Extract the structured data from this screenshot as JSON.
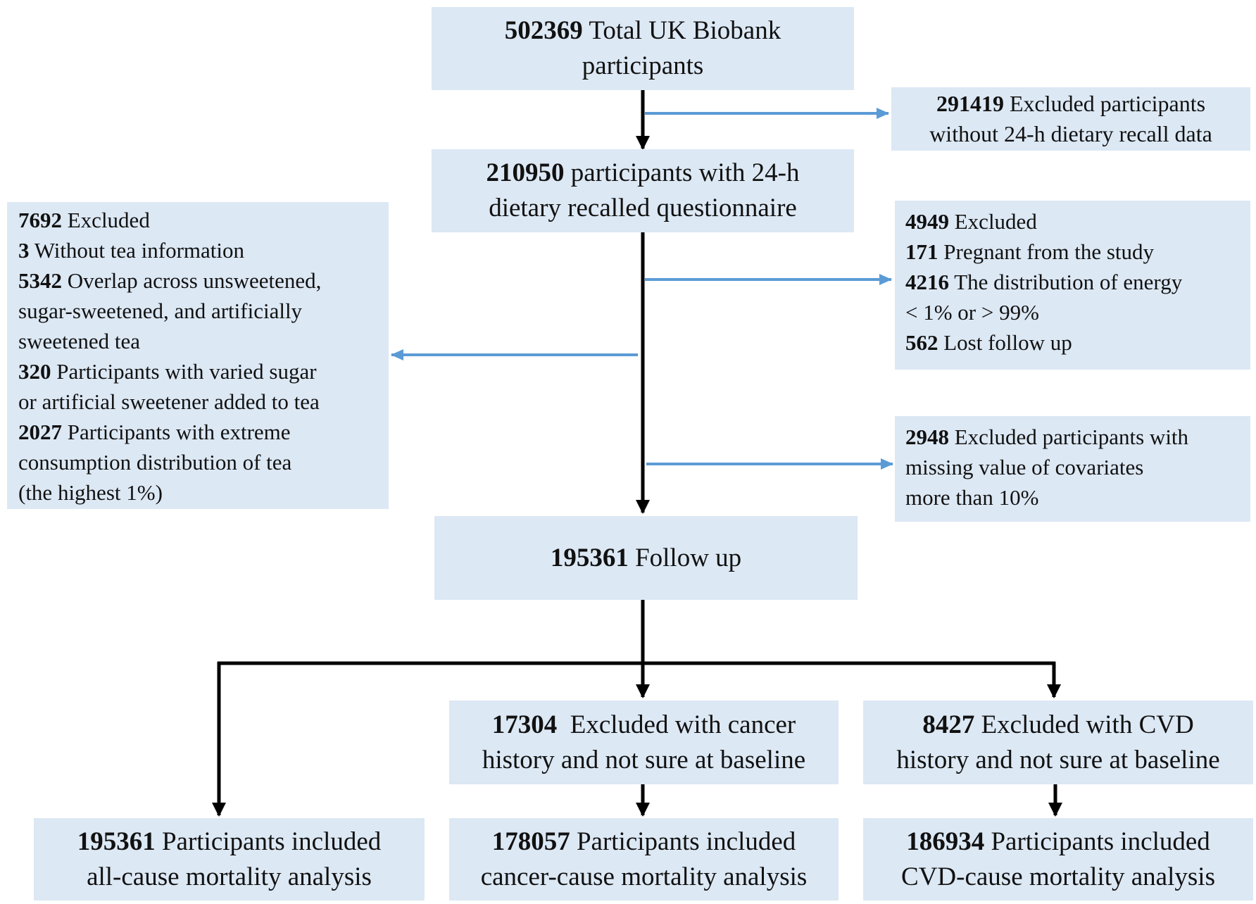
{
  "boxes": {
    "total": {
      "num": "502369",
      "text": " Total UK Biobank",
      "line2": "participants"
    },
    "excl_recall": {
      "num": "291419",
      "text": " Excluded participants",
      "line2": "without 24-h dietary recall data"
    },
    "recall": {
      "num": "210950",
      "text": " participants with 24-h",
      "line2": "dietary recalled questionnaire"
    },
    "excl_tea": {
      "lines": [
        {
          "num": "7692",
          "text": " Excluded"
        },
        {
          "num": "3",
          "text": " Without tea information"
        },
        {
          "num": "5342",
          "text": " Overlap across unsweetened,"
        },
        {
          "num": "",
          "text": "sugar-sweetened, and  artificially"
        },
        {
          "num": "",
          "text": "sweetened tea"
        },
        {
          "num": "320",
          "text": " Participants with varied sugar"
        },
        {
          "num": "",
          "text": "or artificial sweetener added to tea"
        },
        {
          "num": "2027",
          "text": " Participants with extreme"
        },
        {
          "num": "",
          "text": "consumption distribution of tea"
        },
        {
          "num": "",
          "text": "(the highest 1%)"
        }
      ]
    },
    "excl_energy": {
      "lines": [
        {
          "num": "4949",
          "text": " Excluded"
        },
        {
          "num": "171",
          "text": " Pregnant from the study"
        },
        {
          "num": "4216",
          "text": " The distribution of energy"
        },
        {
          "num": "",
          "text": "< 1% or > 99%"
        },
        {
          "num": "562",
          "text": " Lost follow up"
        }
      ]
    },
    "excl_cov": {
      "lines": [
        {
          "num": "2948",
          "text": " Excluded participants with"
        },
        {
          "num": "",
          "text": "missing value of covariates"
        },
        {
          "num": "",
          "text": "more than 10%"
        }
      ]
    },
    "followup": {
      "num": "195361",
      "text": " Follow up"
    },
    "excl_cancer": {
      "num": "17304",
      "text": "  Excluded with cancer",
      "line2": "history and not sure at baseline"
    },
    "excl_cvd": {
      "num": "8427",
      "text": " Excluded with CVD",
      "line2": "history and not sure at baseline"
    },
    "incl_all": {
      "num": "195361",
      "text": " Participants included",
      "line2": "all-cause mortality analysis"
    },
    "incl_cancer": {
      "num": "178057",
      "text": " Participants included",
      "line2": "cancer-cause mortality analysis"
    },
    "incl_cvd": {
      "num": "186934",
      "text": " Participants included",
      "line2": "CVD-cause mortality analysis"
    }
  },
  "colors": {
    "box_fill": "#dce8f4",
    "main_arrow": "#000000",
    "side_arrow": "#5b9bd5"
  }
}
